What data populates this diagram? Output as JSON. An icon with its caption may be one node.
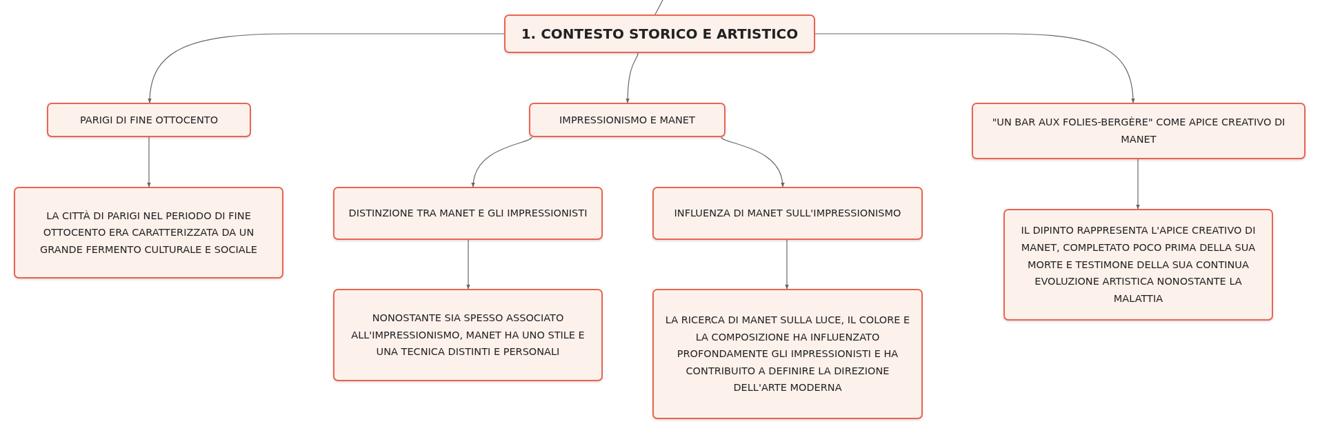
{
  "diagram": {
    "nodes": [
      {
        "text": [
          "1. CONTESTO STORICO E ARTISTICO"
        ]
      },
      {
        "text": [
          "PARIGI DI FINE OTTOCENTO"
        ]
      },
      {
        "text": [
          "IMPRESSIONISMO E MANET"
        ]
      },
      {
        "text": [
          "\"UN BAR AUX FOLIES-BERGÈRE\" COME APICE CREATIVO DI MANET"
        ]
      },
      {
        "text": [
          "LA CITTÀ DI PARIGI NEL PERIODO DI FINE OTTOCENTO ERA CARATTERIZZATA DA UN GRANDE FERMENTO CULTURALE E SOCIALE"
        ]
      },
      {
        "text": [
          "DISTINZIONE TRA MANET E GLI IMPRESSIONISTI"
        ]
      },
      {
        "text": [
          "INFLUENZA DI MANET SULL'IMPRESSIONISMO"
        ]
      },
      {
        "text": [
          "NONOSTANTE SIA SPESSO ASSOCIATO ALL'IMPRESSIONISMO, MANET HA UNO STILE E UNA TECNICA DISTINTI E PERSONALI"
        ]
      },
      {
        "text": [
          "LA RICERCA DI MANET SULLA LUCE, IL COLORE E LA COMPOSIZIONE HA INFLUENZATO PROFONDAMENTE GLI IMPRESSIONISTI E HA CONTRIBUITO A DEFINIRE LA DIREZIONE DELL'ARTE MODERNA"
        ]
      },
      {
        "text": [
          "IL DIPINTO RAPPRESENTA L'APICE CREATIVO DI MANET, COMPLETATO POCO PRIMA DELLA SUA MORTE E TESTIMONE DELLA SUA CONTINUA EVOLUZIONE ARTISTICA NONOSTANTE LA MALATTIA"
        ]
      }
    ],
    "edges": [
      {
        "from": null,
        "to": 0,
        "arrow": "none"
      },
      {
        "from": 0,
        "to": 1,
        "arrow": "to"
      },
      {
        "from": 0,
        "to": 2,
        "arrow": "to"
      },
      {
        "from": 0,
        "to": 3,
        "arrow": "to"
      },
      {
        "from": 1,
        "to": 4,
        "arrow": "to"
      },
      {
        "from": 2,
        "to": 5,
        "arrow": "to"
      },
      {
        "from": 2,
        "to": 6,
        "arrow": "to"
      },
      {
        "from": 5,
        "to": 7,
        "arrow": "to"
      },
      {
        "from": 6,
        "to": 8,
        "arrow": "to"
      },
      {
        "from": 3,
        "to": 9,
        "arrow": "to"
      }
    ]
  }
}
